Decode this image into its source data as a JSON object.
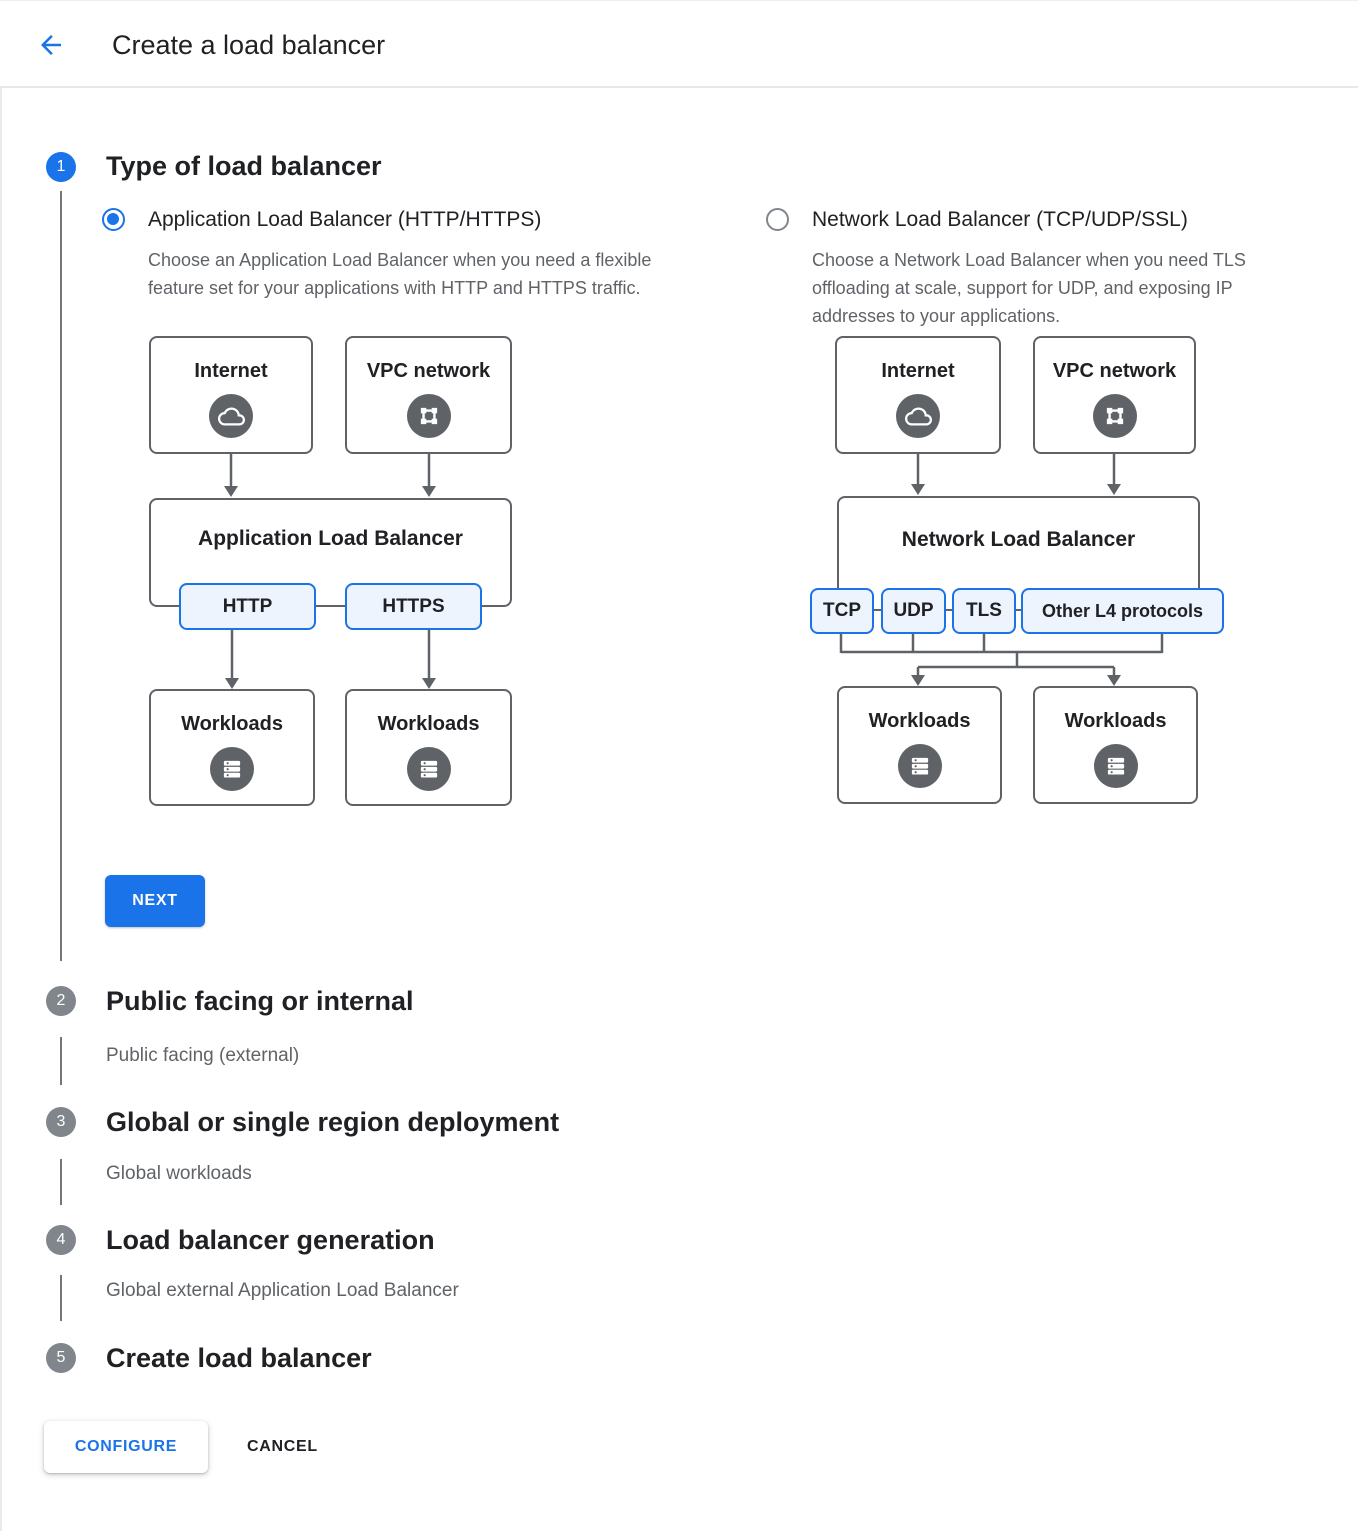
{
  "header": {
    "title": "Create a load balancer"
  },
  "colors": {
    "accent": "#1a73e8",
    "box_border": "#5f6368",
    "chip_background": "#eef4fe",
    "badge_inactive": "#80868b",
    "text": "#202124",
    "muted_text": "#5f6368"
  },
  "icons": {
    "back": "arrow-back-icon",
    "internet": "cloud-icon",
    "vpc": "vpc-network-icon",
    "workloads": "database-stack-icon"
  },
  "steps": [
    {
      "number": "1",
      "title": "Type of load balancer",
      "state": "active"
    },
    {
      "number": "2",
      "title": "Public facing or internal",
      "value": "Public facing (external)"
    },
    {
      "number": "3",
      "title": "Global or single region deployment",
      "value": "Global workloads"
    },
    {
      "number": "4",
      "title": "Load balancer generation",
      "value": "Global external Application Load Balancer"
    },
    {
      "number": "5",
      "title": "Create load balancer"
    }
  ],
  "options": [
    {
      "label": "Application Load Balancer (HTTP/HTTPS)",
      "selected": true,
      "description": "Choose an Application Load Balancer when you need a flexible feature set for your applications with HTTP and HTTPS traffic.",
      "diagram": {
        "sources": [
          "Internet",
          "VPC network"
        ],
        "balancer": "Application Load Balancer",
        "protocols": [
          "HTTP",
          "HTTPS"
        ],
        "targets": [
          "Workloads",
          "Workloads"
        ]
      }
    },
    {
      "label": "Network Load Balancer (TCP/UDP/SSL)",
      "selected": false,
      "description": "Choose a Network Load Balancer when you need TLS offloading at scale, support for UDP, and exposing IP addresses to your applications.",
      "diagram": {
        "sources": [
          "Internet",
          "VPC network"
        ],
        "balancer": "Network Load Balancer",
        "protocols": [
          "TCP",
          "UDP",
          "TLS",
          "Other L4 protocols"
        ],
        "targets": [
          "Workloads",
          "Workloads"
        ]
      }
    }
  ],
  "buttons": {
    "next": "NEXT",
    "configure": "CONFIGURE",
    "cancel": "CANCEL"
  }
}
